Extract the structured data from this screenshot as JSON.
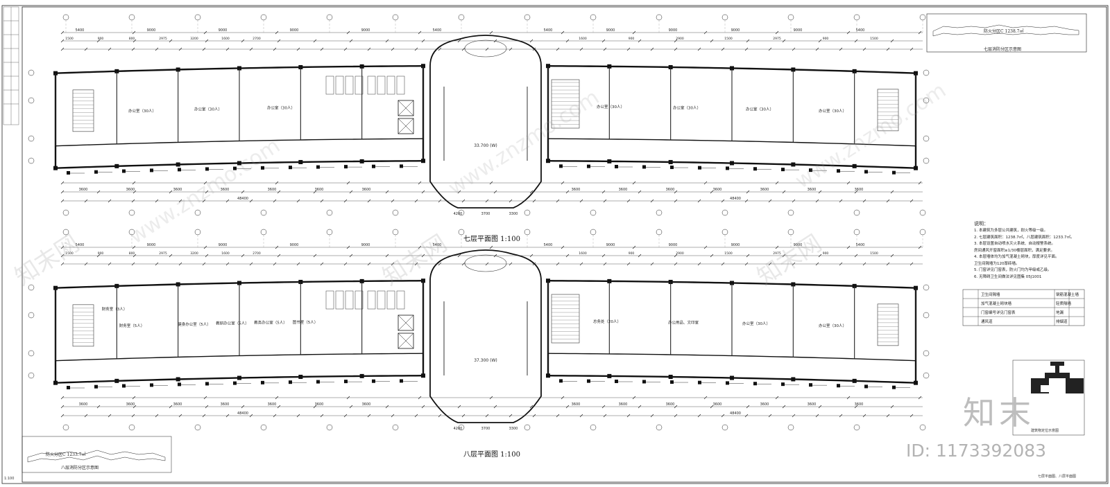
{
  "plans": [
    {
      "title": "七层平面图 1:100",
      "floor_label": "33.700 (W)",
      "rooms": [
        "办公室（30人）",
        "办公室（30人）",
        "办公室（30人）",
        "办公室（30人）",
        "办公室（30人）",
        "办公室（30人）",
        "办公室（30人）"
      ]
    },
    {
      "title": "八层平面图 1:100",
      "floor_label": "37.300 (W)",
      "rooms": [
        "财务室（3人）",
        "财务室（5人）",
        "健身办公室（5人）",
        "教研办公室（5人）",
        "教务办公室（5人）",
        "图书室（5人）",
        "总务处（20人）",
        "办公用品、文印室",
        "办公室（30人）",
        "办公室（30人）"
      ]
    }
  ],
  "dimensions": {
    "overall": [
      "48400",
      "48400"
    ],
    "spans": [
      "5400",
      "9000",
      "9000",
      "9000",
      "9000",
      "5400"
    ],
    "bays": [
      "3600",
      "3600",
      "3600",
      "3600",
      "3600",
      "3600",
      "3600"
    ],
    "core": [
      "4200",
      "3700",
      "3300"
    ],
    "top_left": [
      "1500",
      "900",
      "800",
      "2975",
      "3200",
      "1600",
      "2700"
    ],
    "top_right": [
      "1600",
      "900",
      "2900",
      "1500",
      "2975",
      "900",
      "1500"
    ]
  },
  "area_notes": {
    "seventh_fire_zone": "防火分区C  1238.7㎡",
    "seventh_key_plan": "七层消防分区示意图",
    "eighth_fire_zone": "防火分区C  1233.7㎡",
    "eighth_key_plan": "八层消防分区示意图"
  },
  "notes": {
    "title": "说明：",
    "lines": [
      "1. 本建筑为多层公共建筑，耐火等级一级。",
      "2. 七层建筑面积：1238.7㎡，八层建筑面积：1233.7㎡。",
      "3. 本层设置自动喷水灭火系统、自动报警系统。",
      "   房间通风开窗面积≥1/30楼层面积，满足要求。",
      "4. 本层墙体均为加气混凝土砌块，厚度详见平面。",
      "   卫生间隔墙为120厚砖墙。",
      "5. 门窗详见门窗表，防火门均为甲级或乙级。",
      "6. 无障碍卫生间做法详见图集 05J1001"
    ]
  },
  "legend_rows": [
    "卫生间隔墙",
    "钢筋混凝土墙",
    "加气混凝土砌块墙",
    "轻质隔墙",
    "门窗编号详见门窗表",
    "地漏",
    "通风道",
    "排烟道"
  ],
  "stamp_caption": "建筑物定位示意图",
  "sheet_caption": "七层平面图、八层平面图",
  "brand": "知末",
  "id_label": "ID: 1173392083",
  "watermark": "知末网",
  "watermark_url": "www.znzmo.com",
  "scale_corner": "1:100"
}
